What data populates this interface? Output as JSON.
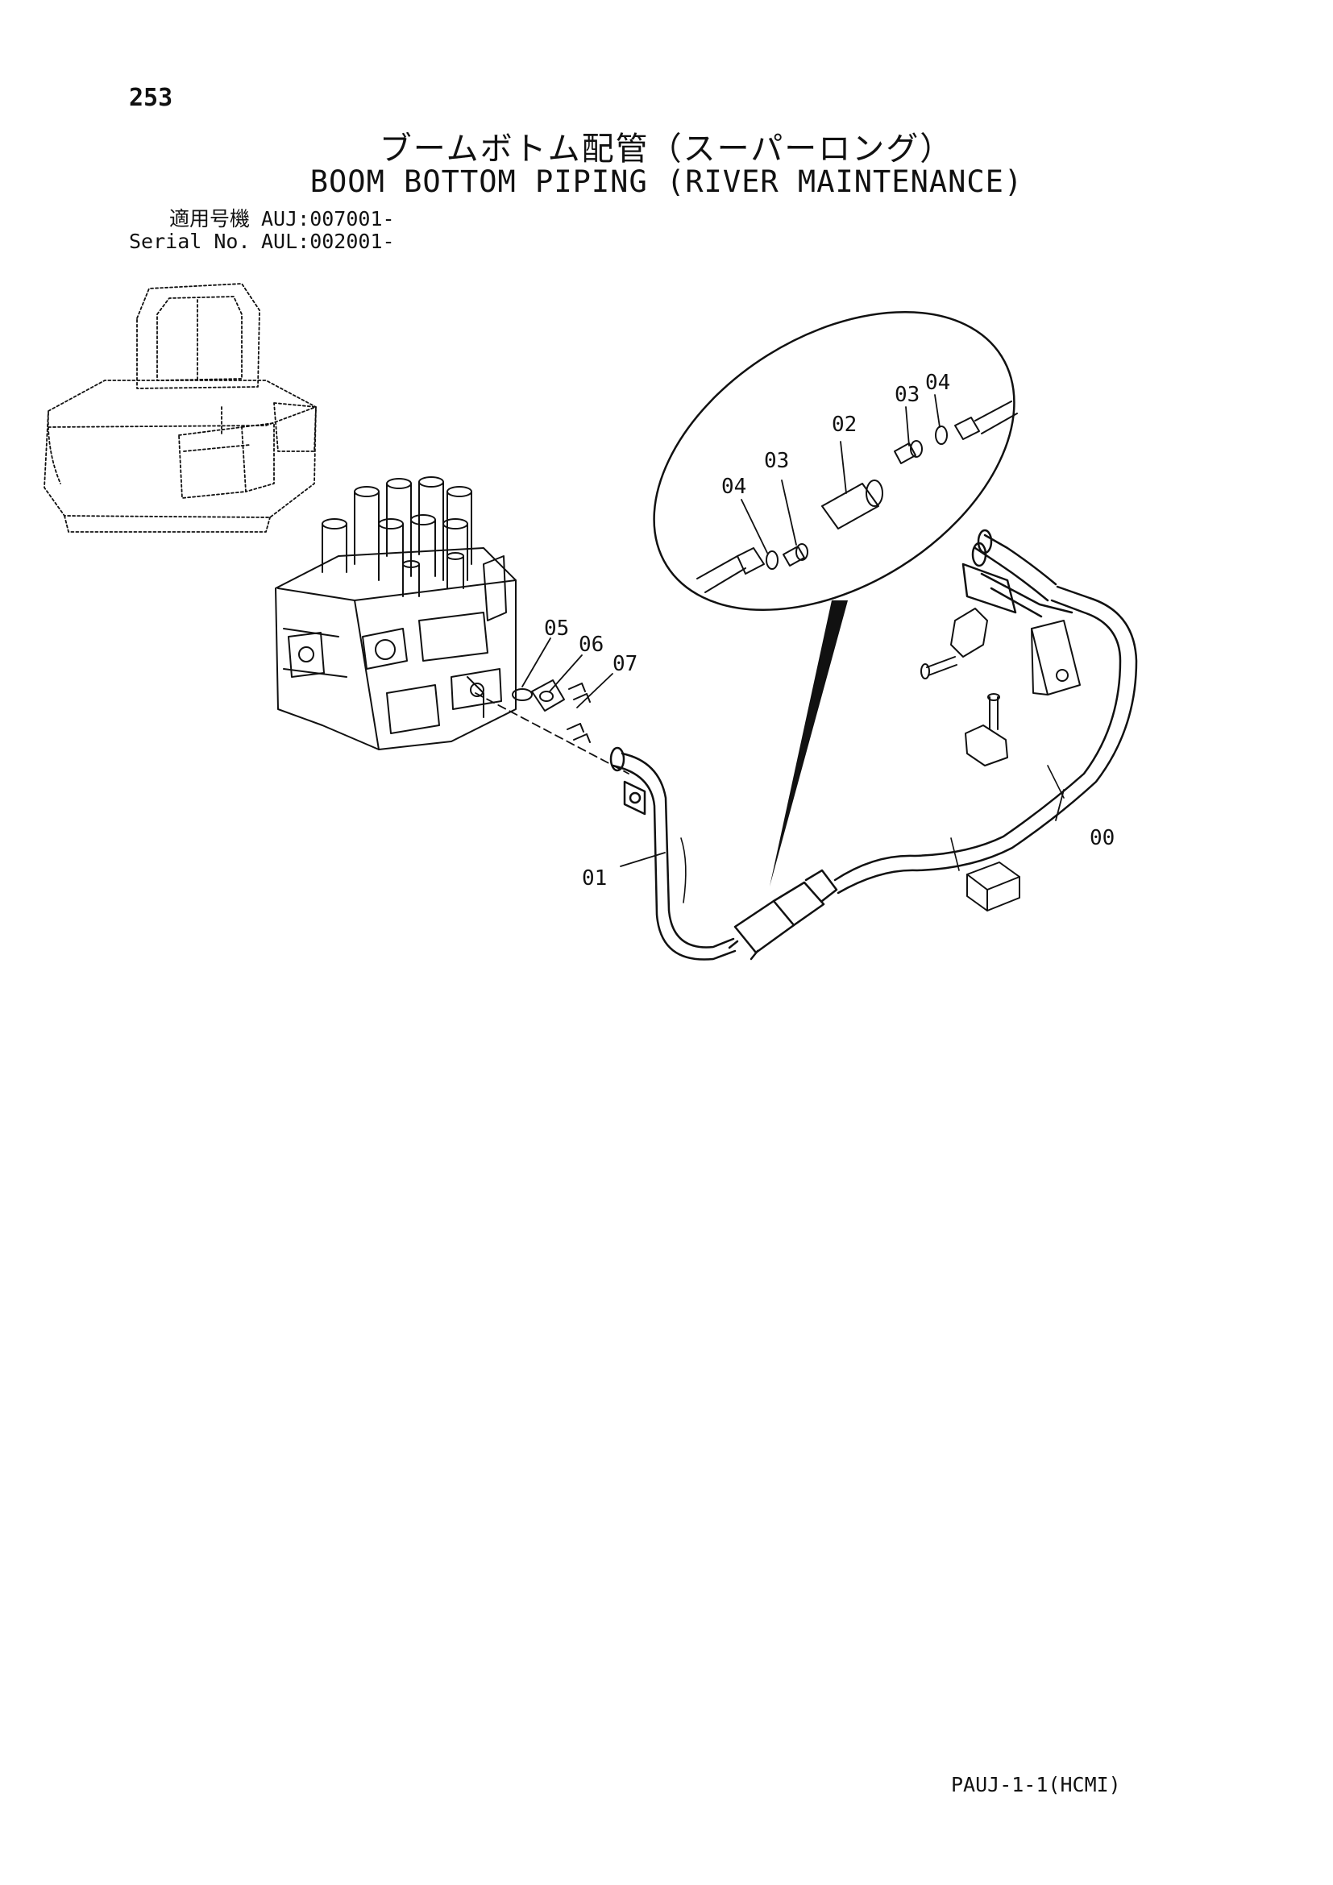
{
  "page": {
    "number": "253",
    "title_jp": "ブームボトム配管（スーパーロング）",
    "title_en": "BOOM BOTTOM PIPING (RIVER MAINTENANCE)"
  },
  "serial": [
    {
      "label": "適用号機",
      "value": "AUJ:007001-"
    },
    {
      "label": "Serial No.",
      "value": "AUL:002001-"
    }
  ],
  "callouts": {
    "c00": "00",
    "c01": "01",
    "c02": "02",
    "c03a": "03",
    "c03b": "03",
    "c04a": "04",
    "c04b": "04",
    "c05": "05",
    "c06": "06",
    "c07": "07"
  },
  "footer": {
    "code": "PAUJ-1-1(HCMI)"
  }
}
